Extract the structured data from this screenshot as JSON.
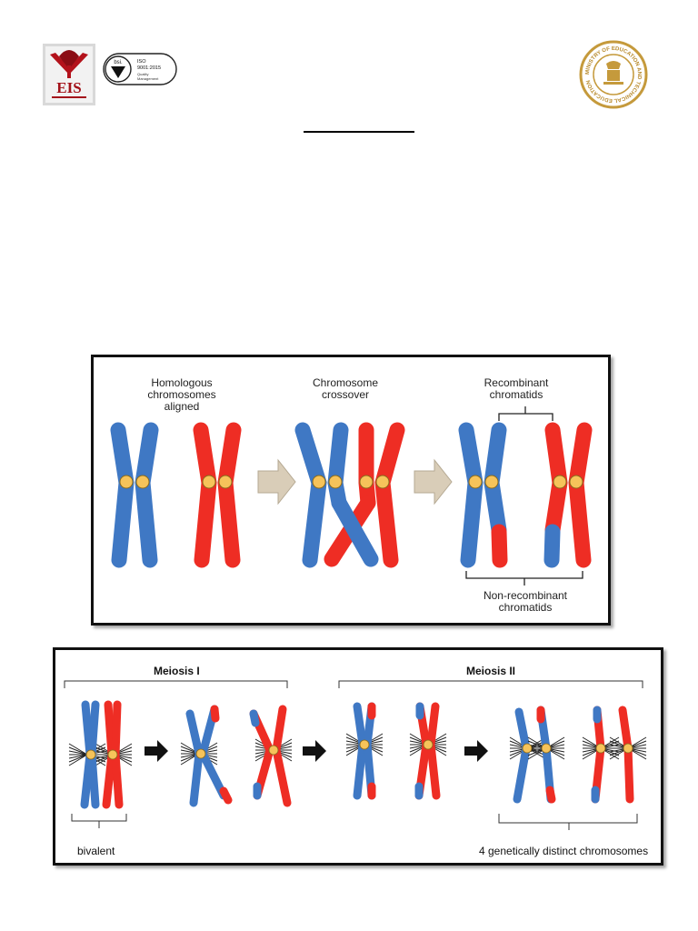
{
  "header": {
    "eis_logo_text": "EIS",
    "bsi": {
      "brand": "bsi.",
      "iso_line1": "ISO",
      "iso_line2": "9001:2015",
      "caption1": "Quality",
      "caption2": "Management"
    },
    "ministry_seal_text": "MINISTRY OF EDUCATION AND TECHNICAL EDUCATION"
  },
  "figure1": {
    "label_homologous": "Homologous\nchromosomes\naligned",
    "label_crossover": "Chromosome\ncrossover",
    "label_recombinant": "Recombinant\nchromatids",
    "label_nonrecombinant": "Non-recombinant\nchromatids",
    "colors": {
      "blue": "#3f78c4",
      "red": "#ee2d24",
      "centromere": "#f6c35a",
      "arrow": "#d9cdb8"
    }
  },
  "figure2": {
    "label_meiosis1": "Meiosis I",
    "label_meiosis2": "Meiosis II",
    "label_bivalent": "bivalent",
    "label_distinct": "4 genetically distinct chromosomes"
  }
}
